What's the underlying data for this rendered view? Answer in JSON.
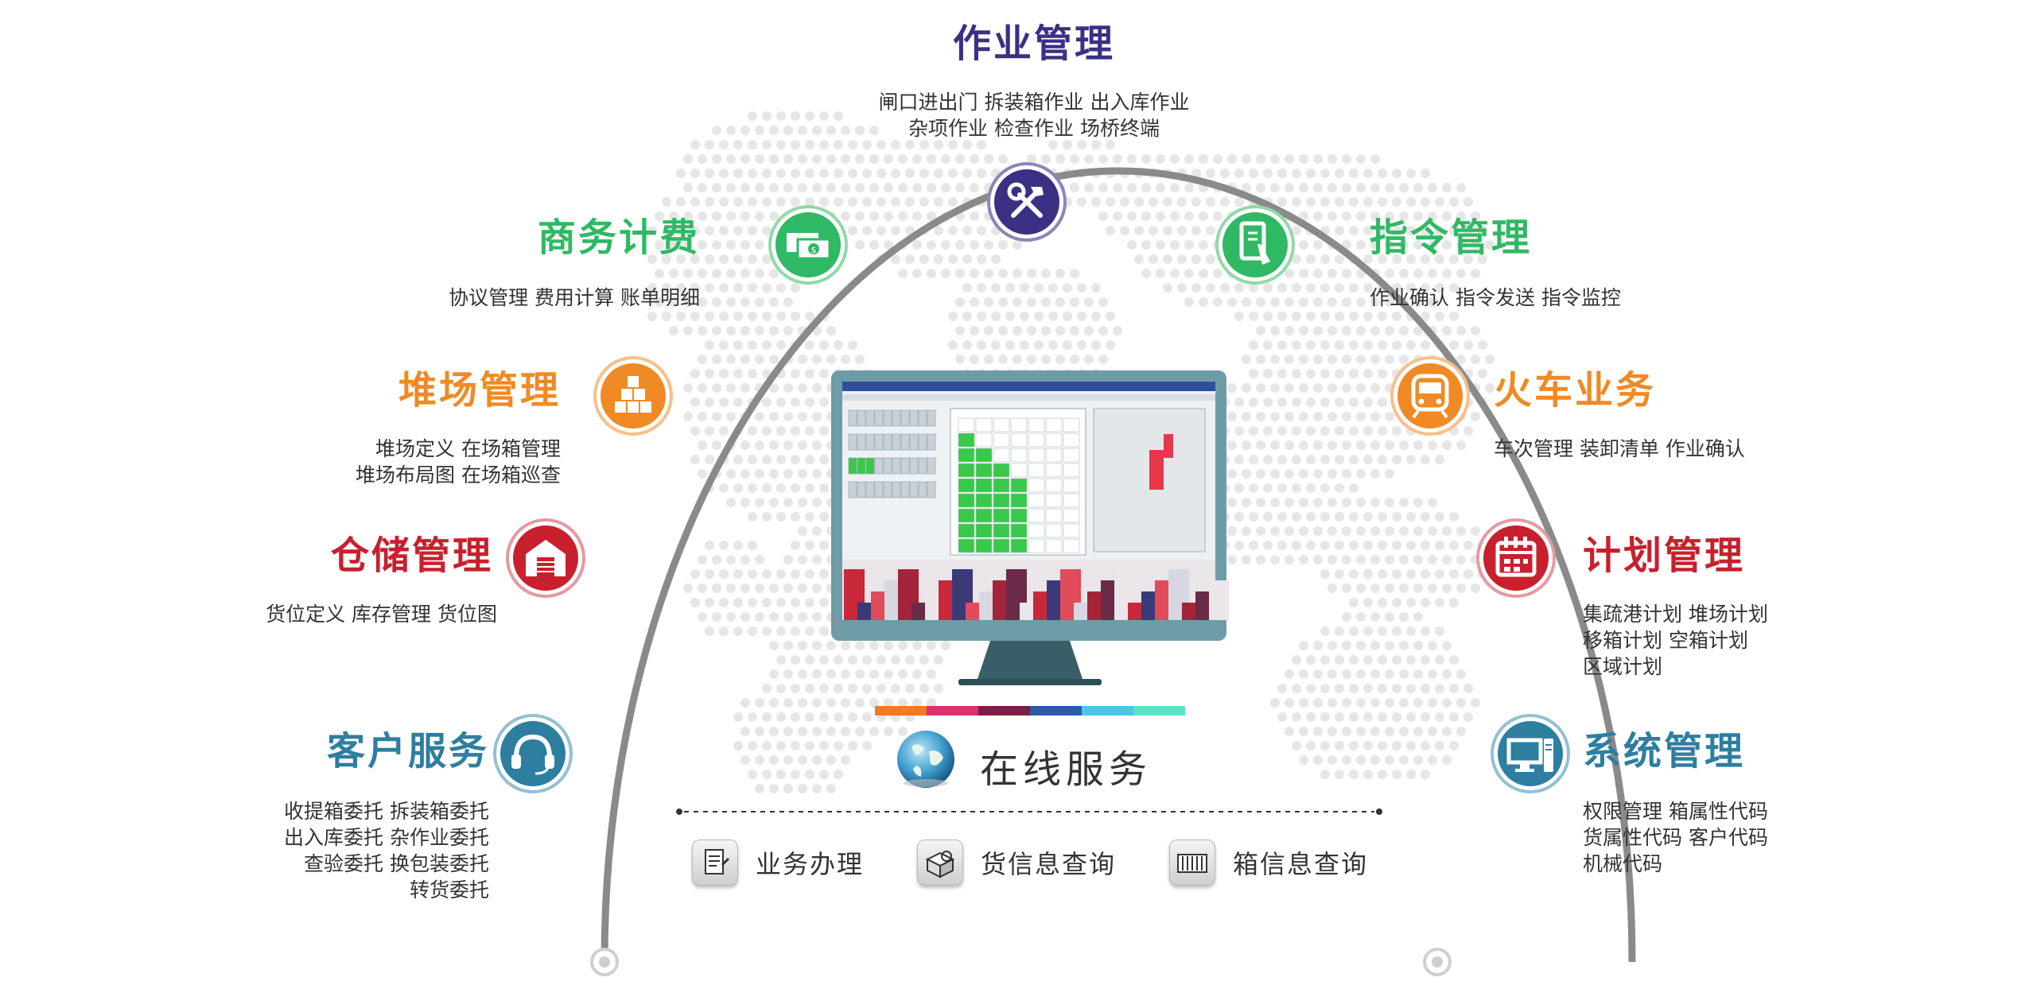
{
  "colors": {
    "purple": "#3a3185",
    "green": "#2fb964",
    "orange": "#f08a24",
    "red": "#c8202d",
    "teal": "#2e7ea0",
    "arc": "#8a8a8a"
  },
  "modules": {
    "top": {
      "title": "作业管理",
      "desc": [
        "闸口进出门  拆装箱作业  出入库作业",
        "杂项作业  检查作业  场桥终端"
      ],
      "icon": "tools-icon"
    },
    "billing": {
      "title": "商务计费",
      "desc": [
        "协议管理  费用计算  账单明细"
      ],
      "icon": "money-icon"
    },
    "yard": {
      "title": "堆场管理",
      "desc": [
        "堆场定义  在场箱管理",
        "堆场布局图  在场箱巡查"
      ],
      "icon": "boxes-icon"
    },
    "storage": {
      "title": "仓储管理",
      "desc": [
        "货位定义  库存管理  货位图"
      ],
      "icon": "warehouse-icon"
    },
    "customer": {
      "title": "客户服务",
      "desc": [
        "收提箱委托  拆装箱委托",
        "出入库委托  杂作业委托",
        "查验委托  换包装委托",
        "转货委托"
      ],
      "icon": "headset-icon"
    },
    "command": {
      "title": "指令管理",
      "desc": [
        "作业确认  指令发送  指令监控"
      ],
      "icon": "touch-icon"
    },
    "train": {
      "title": "火车业务",
      "desc": [
        "车次管理  装卸清单  作业确认"
      ],
      "icon": "train-icon"
    },
    "plan": {
      "title": "计划管理",
      "desc": [
        "集疏港计划  堆场计划",
        "移箱计划  空箱计划",
        "区域计划"
      ],
      "icon": "calendar-icon"
    },
    "system": {
      "title": "系统管理",
      "desc": [
        "权限管理  箱属性代码",
        "货属性代码  客户代码",
        "机械代码"
      ],
      "icon": "monitor-icon"
    }
  },
  "online": {
    "title": "在线服务",
    "colorbar": [
      "#f07a2a",
      "#d8336b",
      "#7a1e4a",
      "#2a5aa8",
      "#4fc3e8",
      "#5fe0c8"
    ],
    "services": [
      {
        "label": "业务办理",
        "icon": "form-icon"
      },
      {
        "label": "货信息查询",
        "icon": "cargo-icon"
      },
      {
        "label": "箱信息查询",
        "icon": "container-icon"
      }
    ]
  }
}
